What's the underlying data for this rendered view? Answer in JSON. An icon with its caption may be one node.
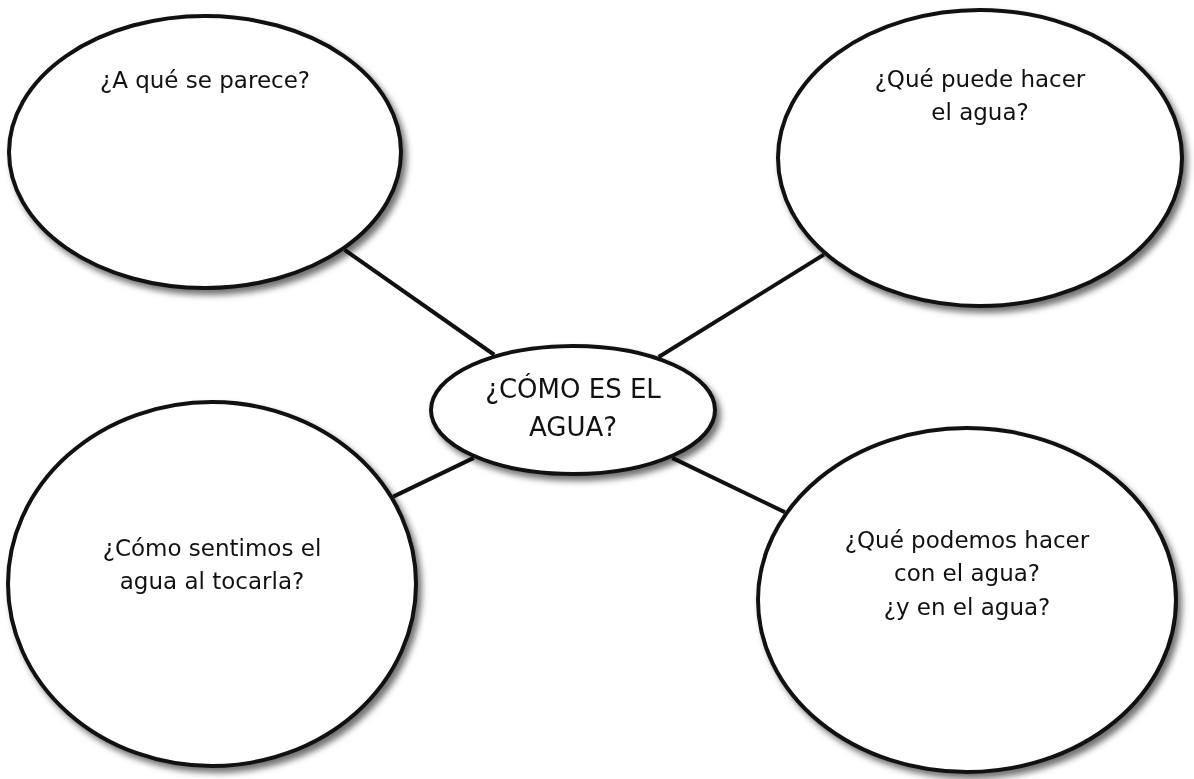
{
  "diagram": {
    "nodes": [
      {
        "text": [
          "¿A qué se parece?"
        ]
      },
      {
        "text": [
          "¿Qué puede hacer el agua?"
        ]
      },
      {
        "text": [
          "¿CÓMO ES EL AGUA?"
        ]
      },
      {
        "text": [
          "¿Cómo sentimos el agua al tocarla?"
        ]
      },
      {
        "text": [
          "¿Qué podemos hacer con el agua?",
          "¿y en el agua?"
        ]
      }
    ],
    "edges": [
      {
        "from": 2,
        "to": 0,
        "arrow": "none"
      },
      {
        "from": 2,
        "to": 1,
        "arrow": "none"
      },
      {
        "from": 2,
        "to": 3,
        "arrow": "none"
      },
      {
        "from": 2,
        "to": 4,
        "arrow": "none"
      }
    ]
  }
}
